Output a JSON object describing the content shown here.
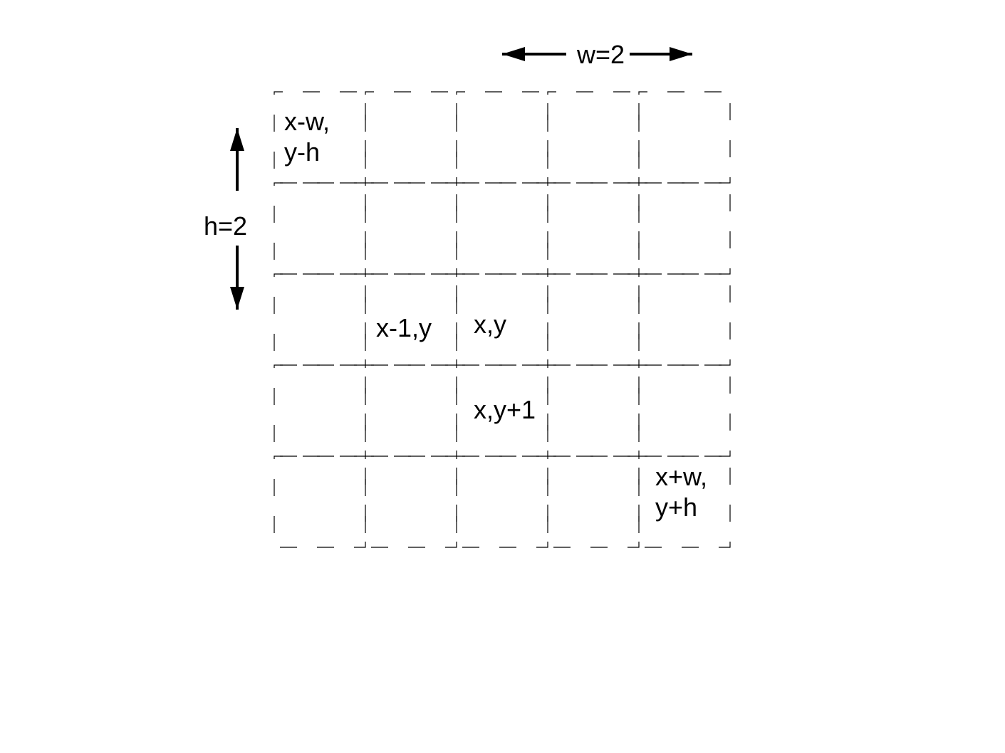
{
  "diagram": {
    "grid": {
      "rows": 5,
      "cols": 5
    },
    "cell_labels": {
      "top_left_line1": "x-w,",
      "top_left_line2": "y-h",
      "left_neighbor": "x-1,y",
      "center": "x,y",
      "below_center": "x,y+1",
      "bottom_right_line1": "x+w,",
      "bottom_right_line2": "y+h"
    },
    "width_label": "w=2",
    "height_label": "h=2",
    "colors": {
      "background": "#ffffff",
      "stroke": "#000000",
      "text": "#000000"
    }
  }
}
